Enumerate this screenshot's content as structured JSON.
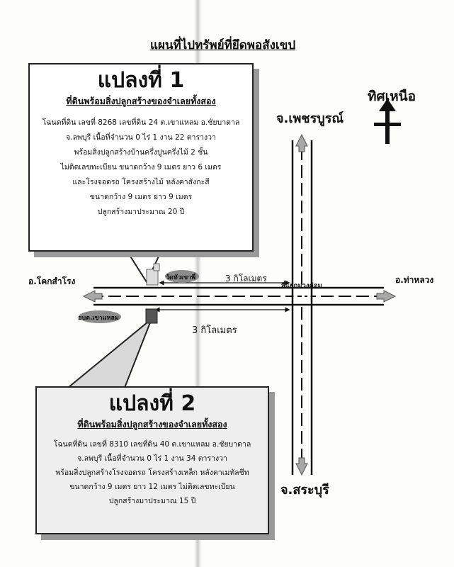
{
  "title": "แผนที่ไปทรัพย์ที่ยึดพอสังเขป",
  "north": {
    "label": "ทิศเหนือ"
  },
  "roads": {
    "north": "จ.เพชรบูรณ์",
    "south": "จ.สระบุรี",
    "west": "อ.โคกสำโรง",
    "east": "อ.ท่าหลวง",
    "junction": "สี่แยกม่วงค่อม"
  },
  "landmarks": {
    "upper": "วัดหัวเขาพี่",
    "lower": "อบต.เขาแหลม"
  },
  "distances": {
    "upper": "3 กิโลเมตร",
    "lower": "3 กิโลเมตร"
  },
  "plot1": {
    "title": "แปลงที่ 1",
    "subtitle": "ที่ดินพร้อมสิ่งปลูกสร้างของจำเลยทั้งสอง",
    "lines": [
      "โฉนดที่ดิน เลขที่ 8268 เลขที่ดิน 24 ต.เขาแหลม อ.ชัยบาดาล",
      "จ.ลพบุรี เนื้อที่จำนวน 0 ไร่ 1 งาน 22 ตารางวา",
      "พร้อมสิ่งปลูกสร้างบ้านครึ่งปูนครึ่งไม้ 2 ชั้น",
      "ไม่ติดเลขทะเบียน ขนาดกว้าง 9 เมตร ยาว 6 เมตร",
      "และโรงจอดรถ โครงสร้างไม้ หลังคาสังกะสี",
      "ขนาดกว้าง 9 เมตร ยาว 9 เมตร",
      "ปลูกสร้างมาประมาณ 20 ปี"
    ]
  },
  "plot2": {
    "title": "แปลงที่ 2",
    "subtitle": "ที่ดินพร้อมสิ่งปลูกสร้างของจำเลยทั้งสอง",
    "lines": [
      "โฉนดที่ดิน เลขที่ 8310 เลขที่ดิน 40 ต.เขาแหลม อ.ชัยบาดาล",
      "จ.ลพบุรี เนื้อที่จำนวน 0 ไร่ 1 งาน 34 ตารางวา",
      "พร้อมสิ่งปลูกสร้างโรงจอดรถ โครงสร้างเหล็ก หลังคาเมทัลชีท",
      "ขนาดกว้าง 9 เมตร ยาว 12 เมตร ไม่ติดเลขทะเบียน",
      "ปลูกสร้างมาประมาณ 15 ปี"
    ]
  },
  "colors": {
    "road_line": "#111111",
    "arrow_fill": "#a8a8a8",
    "landmark_fill": "#8c8c8c",
    "plot1_marker": "#dddddd",
    "plot2_marker": "#555555",
    "plot2_box": "#eeeeee"
  }
}
